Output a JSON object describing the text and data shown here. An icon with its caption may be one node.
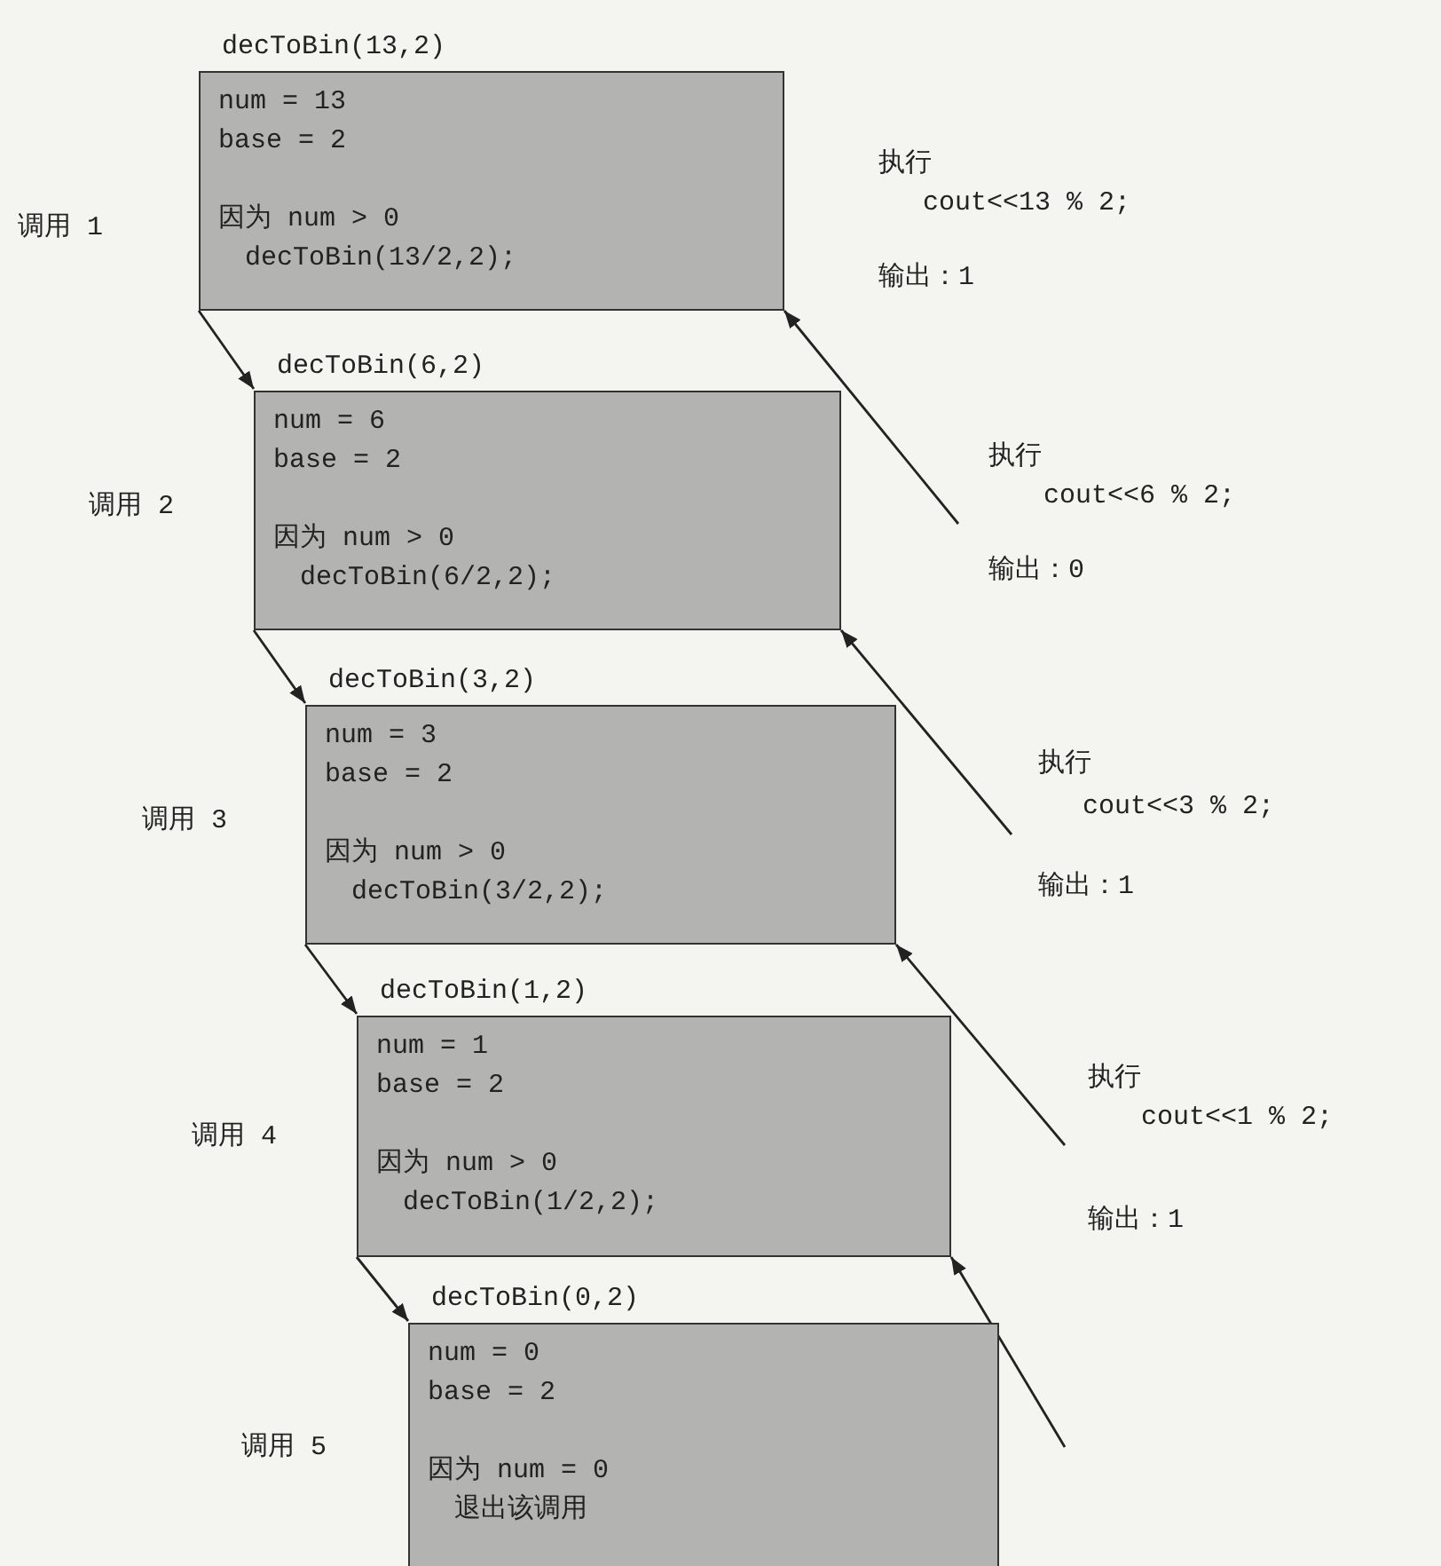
{
  "diagram": {
    "nodes": [
      {
        "text": [
          "decToBin(13,2)",
          "num = 13",
          "base = 2",
          "因为 num > 0",
          "decToBin(13/2,2);"
        ],
        "beside": [
          "调用 1"
        ]
      },
      {
        "text": [
          "decToBin(6,2)",
          "num = 6",
          "base = 2",
          "因为 num > 0",
          "decToBin(6/2,2);"
        ],
        "beside": [
          "调用 2"
        ]
      },
      {
        "text": [
          "decToBin(3,2)",
          "num = 3",
          "base = 2",
          "因为 num > 0",
          "decToBin(3/2,2);"
        ],
        "beside": [
          "调用 3"
        ]
      },
      {
        "text": [
          "decToBin(1,2)",
          "num = 1",
          "base = 2",
          "因为 num > 0",
          "decToBin(1/2,2);"
        ],
        "beside": [
          "调用 4"
        ]
      },
      {
        "text": [
          "decToBin(0,2)",
          "num = 0",
          "base = 2",
          "因为 num = 0",
          "退出该调用"
        ],
        "beside": [
          "调用 5"
        ]
      }
    ],
    "edges": [
      {
        "from": 0,
        "to": 1,
        "arrow": "to"
      },
      {
        "from": 1,
        "to": 2,
        "arrow": "to"
      },
      {
        "from": 2,
        "to": 3,
        "arrow": "to"
      },
      {
        "from": 3,
        "to": 4,
        "arrow": "to"
      },
      {
        "from": null,
        "to": 0,
        "arrow": "to"
      },
      {
        "from": null,
        "to": 1,
        "arrow": "to"
      },
      {
        "from": null,
        "to": 2,
        "arrow": "to"
      },
      {
        "from": null,
        "to": 3,
        "arrow": "to"
      }
    ],
    "labels": [
      "执行",
      "cout<<13 % 2;",
      "输出：1",
      "执行",
      "cout<<6 % 2;",
      "输出：0",
      "执行",
      "cout<<3 % 2;",
      "输出：1",
      "执行",
      "cout<<1 % 2;",
      "输出：1"
    ]
  }
}
